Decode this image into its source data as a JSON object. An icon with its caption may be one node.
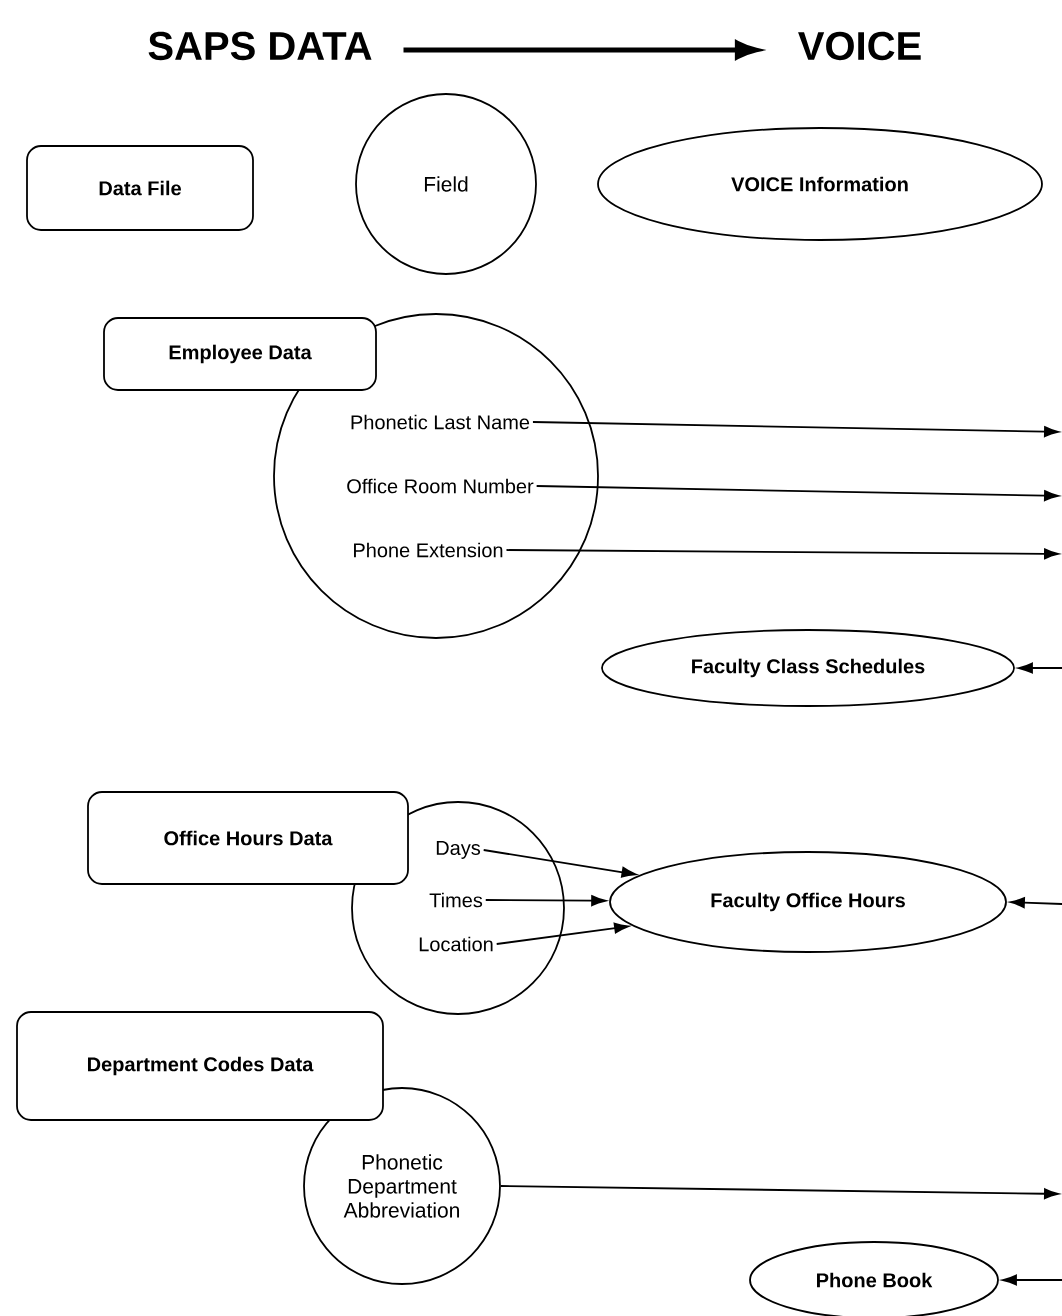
{
  "diagram": {
    "nodes": [
      {
        "text": [
          "SAPS DATA"
        ]
      },
      {
        "text": [
          "VOICE"
        ]
      },
      {
        "text": [
          "Data File"
        ]
      },
      {
        "text": [
          "Field"
        ]
      },
      {
        "text": [
          "VOICE Information"
        ]
      },
      {
        "text": [
          "Employee Data"
        ]
      },
      {
        "text": [],
        "shape": "circle"
      },
      {
        "text": [
          "Phonetic Last Name"
        ],
        "in": 6
      },
      {
        "text": [
          "Office Room Number"
        ],
        "in": 6
      },
      {
        "text": [
          "Phone Extension"
        ],
        "in": 6
      },
      {
        "text": [
          "Faculty Class Schedules"
        ]
      },
      {
        "text": [
          "Office Hours Data"
        ]
      },
      {
        "text": [],
        "shape": "circle"
      },
      {
        "text": [
          "Days"
        ],
        "in": 12
      },
      {
        "text": [
          "Times"
        ],
        "in": 12
      },
      {
        "text": [
          "Location"
        ],
        "in": 12
      },
      {
        "text": [
          "Faculty Office Hours"
        ]
      },
      {
        "text": [
          "Department Codes Data"
        ]
      },
      {
        "text": [
          "Phonetic Department Abbreviation"
        ]
      },
      {
        "text": [
          "Phone Book"
        ]
      }
    ],
    "edges": [
      {
        "from": 0,
        "to": 1,
        "arrow": "to",
        "style": "thick"
      },
      {
        "from": 7,
        "to": null,
        "arrow": "to"
      },
      {
        "from": 8,
        "to": null,
        "arrow": "to"
      },
      {
        "from": 9,
        "to": null,
        "arrow": "to"
      },
      {
        "from": null,
        "to": 10,
        "arrow": "to"
      },
      {
        "from": 13,
        "to": 16,
        "arrow": "to"
      },
      {
        "from": 14,
        "to": 16,
        "arrow": "to"
      },
      {
        "from": 15,
        "to": 16,
        "arrow": "to"
      },
      {
        "from": null,
        "to": 16,
        "arrow": "to"
      },
      {
        "from": 18,
        "to": null,
        "arrow": "to"
      },
      {
        "from": null,
        "to": 19,
        "arrow": "to"
      }
    ]
  }
}
